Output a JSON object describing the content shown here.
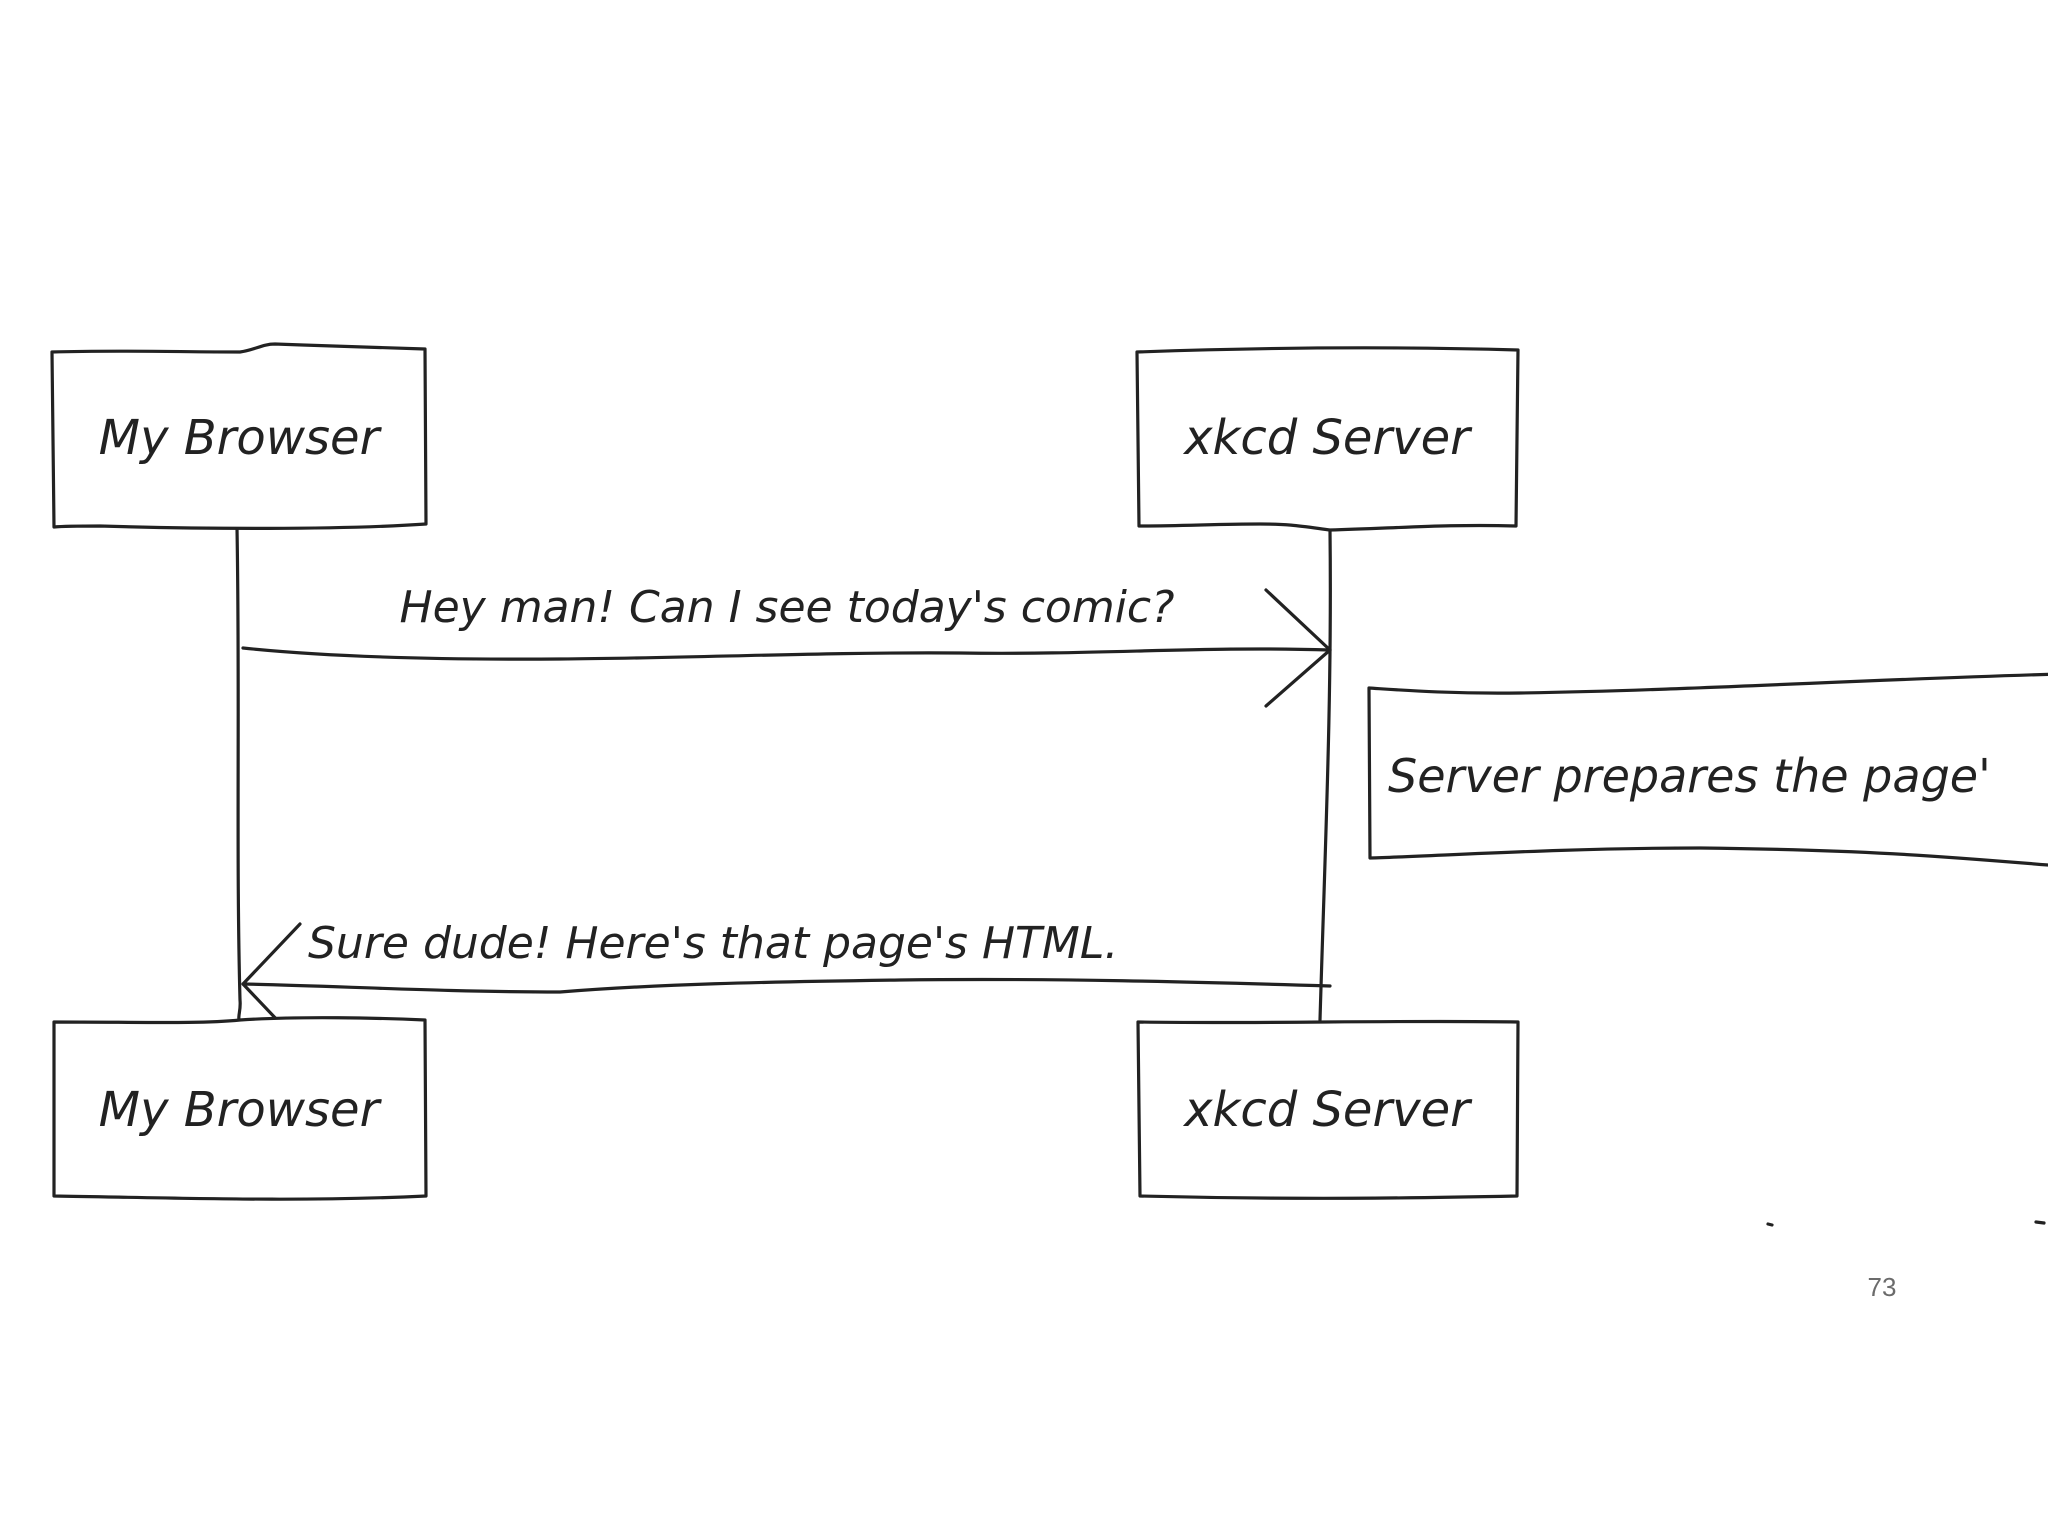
{
  "diagram": {
    "participants": {
      "browser_top": "My Browser",
      "server_top": "xkcd Server",
      "browser_bottom": "My Browser",
      "server_bottom": "xkcd Server"
    },
    "messages": {
      "request": "Hey man! Can I see today's comic?",
      "response": "Sure dude! Here's that page's HTML."
    },
    "note": "Server prepares the page'"
  },
  "slide": {
    "page_number": "73"
  }
}
